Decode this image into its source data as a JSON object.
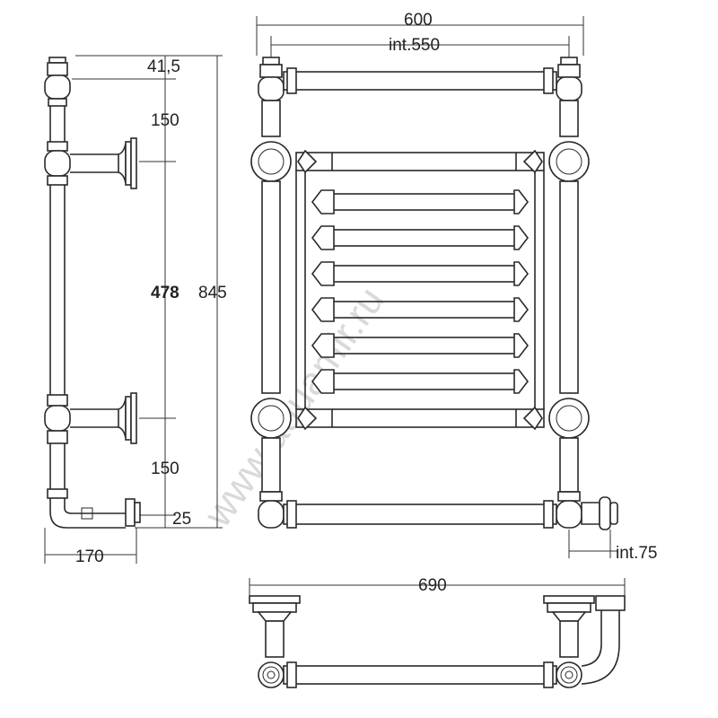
{
  "watermark": "www.aquamir.ru",
  "side_view": {
    "dims": {
      "top_offset": "41,5",
      "upper_gap": "150",
      "mount_spacing": "478",
      "lower_gap": "150",
      "total_height": "845",
      "depth": "170",
      "bottom_offset": "25"
    }
  },
  "front_view": {
    "dims": {
      "overall_width": "600",
      "internal_width": "int.550",
      "valve_spacing": "int.75"
    }
  },
  "top_view": {
    "dims": {
      "overall_width": "690"
    }
  }
}
